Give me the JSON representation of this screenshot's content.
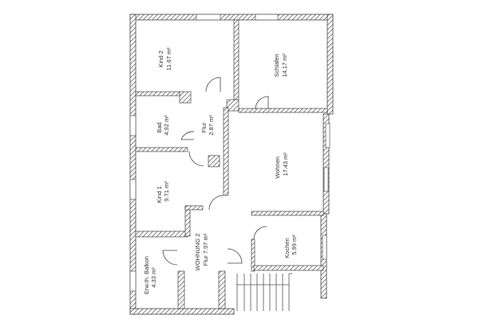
{
  "floorplan": {
    "title": "WOHNUNG 2",
    "rooms": [
      {
        "id": "kind2",
        "name": "Kind 2",
        "area": "11.67 m²"
      },
      {
        "id": "schlafen",
        "name": "Schlafen",
        "area": "14.17 m²"
      },
      {
        "id": "bad",
        "name": "Bad",
        "area": "4.92 m²"
      },
      {
        "id": "flur1",
        "name": "Flur",
        "area": "2.87 m²"
      },
      {
        "id": "wohnen",
        "name": "Wohnen",
        "area": "17.43 m²"
      },
      {
        "id": "kind1",
        "name": "Kind 1",
        "area": "9.71 m²"
      },
      {
        "id": "flur2",
        "name": "WOHNUNG 2",
        "area": "Flur 7.97 m²"
      },
      {
        "id": "kochen",
        "name": "Kochen",
        "area": "5.99 m²"
      },
      {
        "id": "balkon",
        "name": "Erw.th. Balkon",
        "area": "4.33 m²"
      }
    ],
    "colors": {
      "wall": "#555555",
      "hatch": "#777777",
      "background": "#ffffff"
    }
  }
}
